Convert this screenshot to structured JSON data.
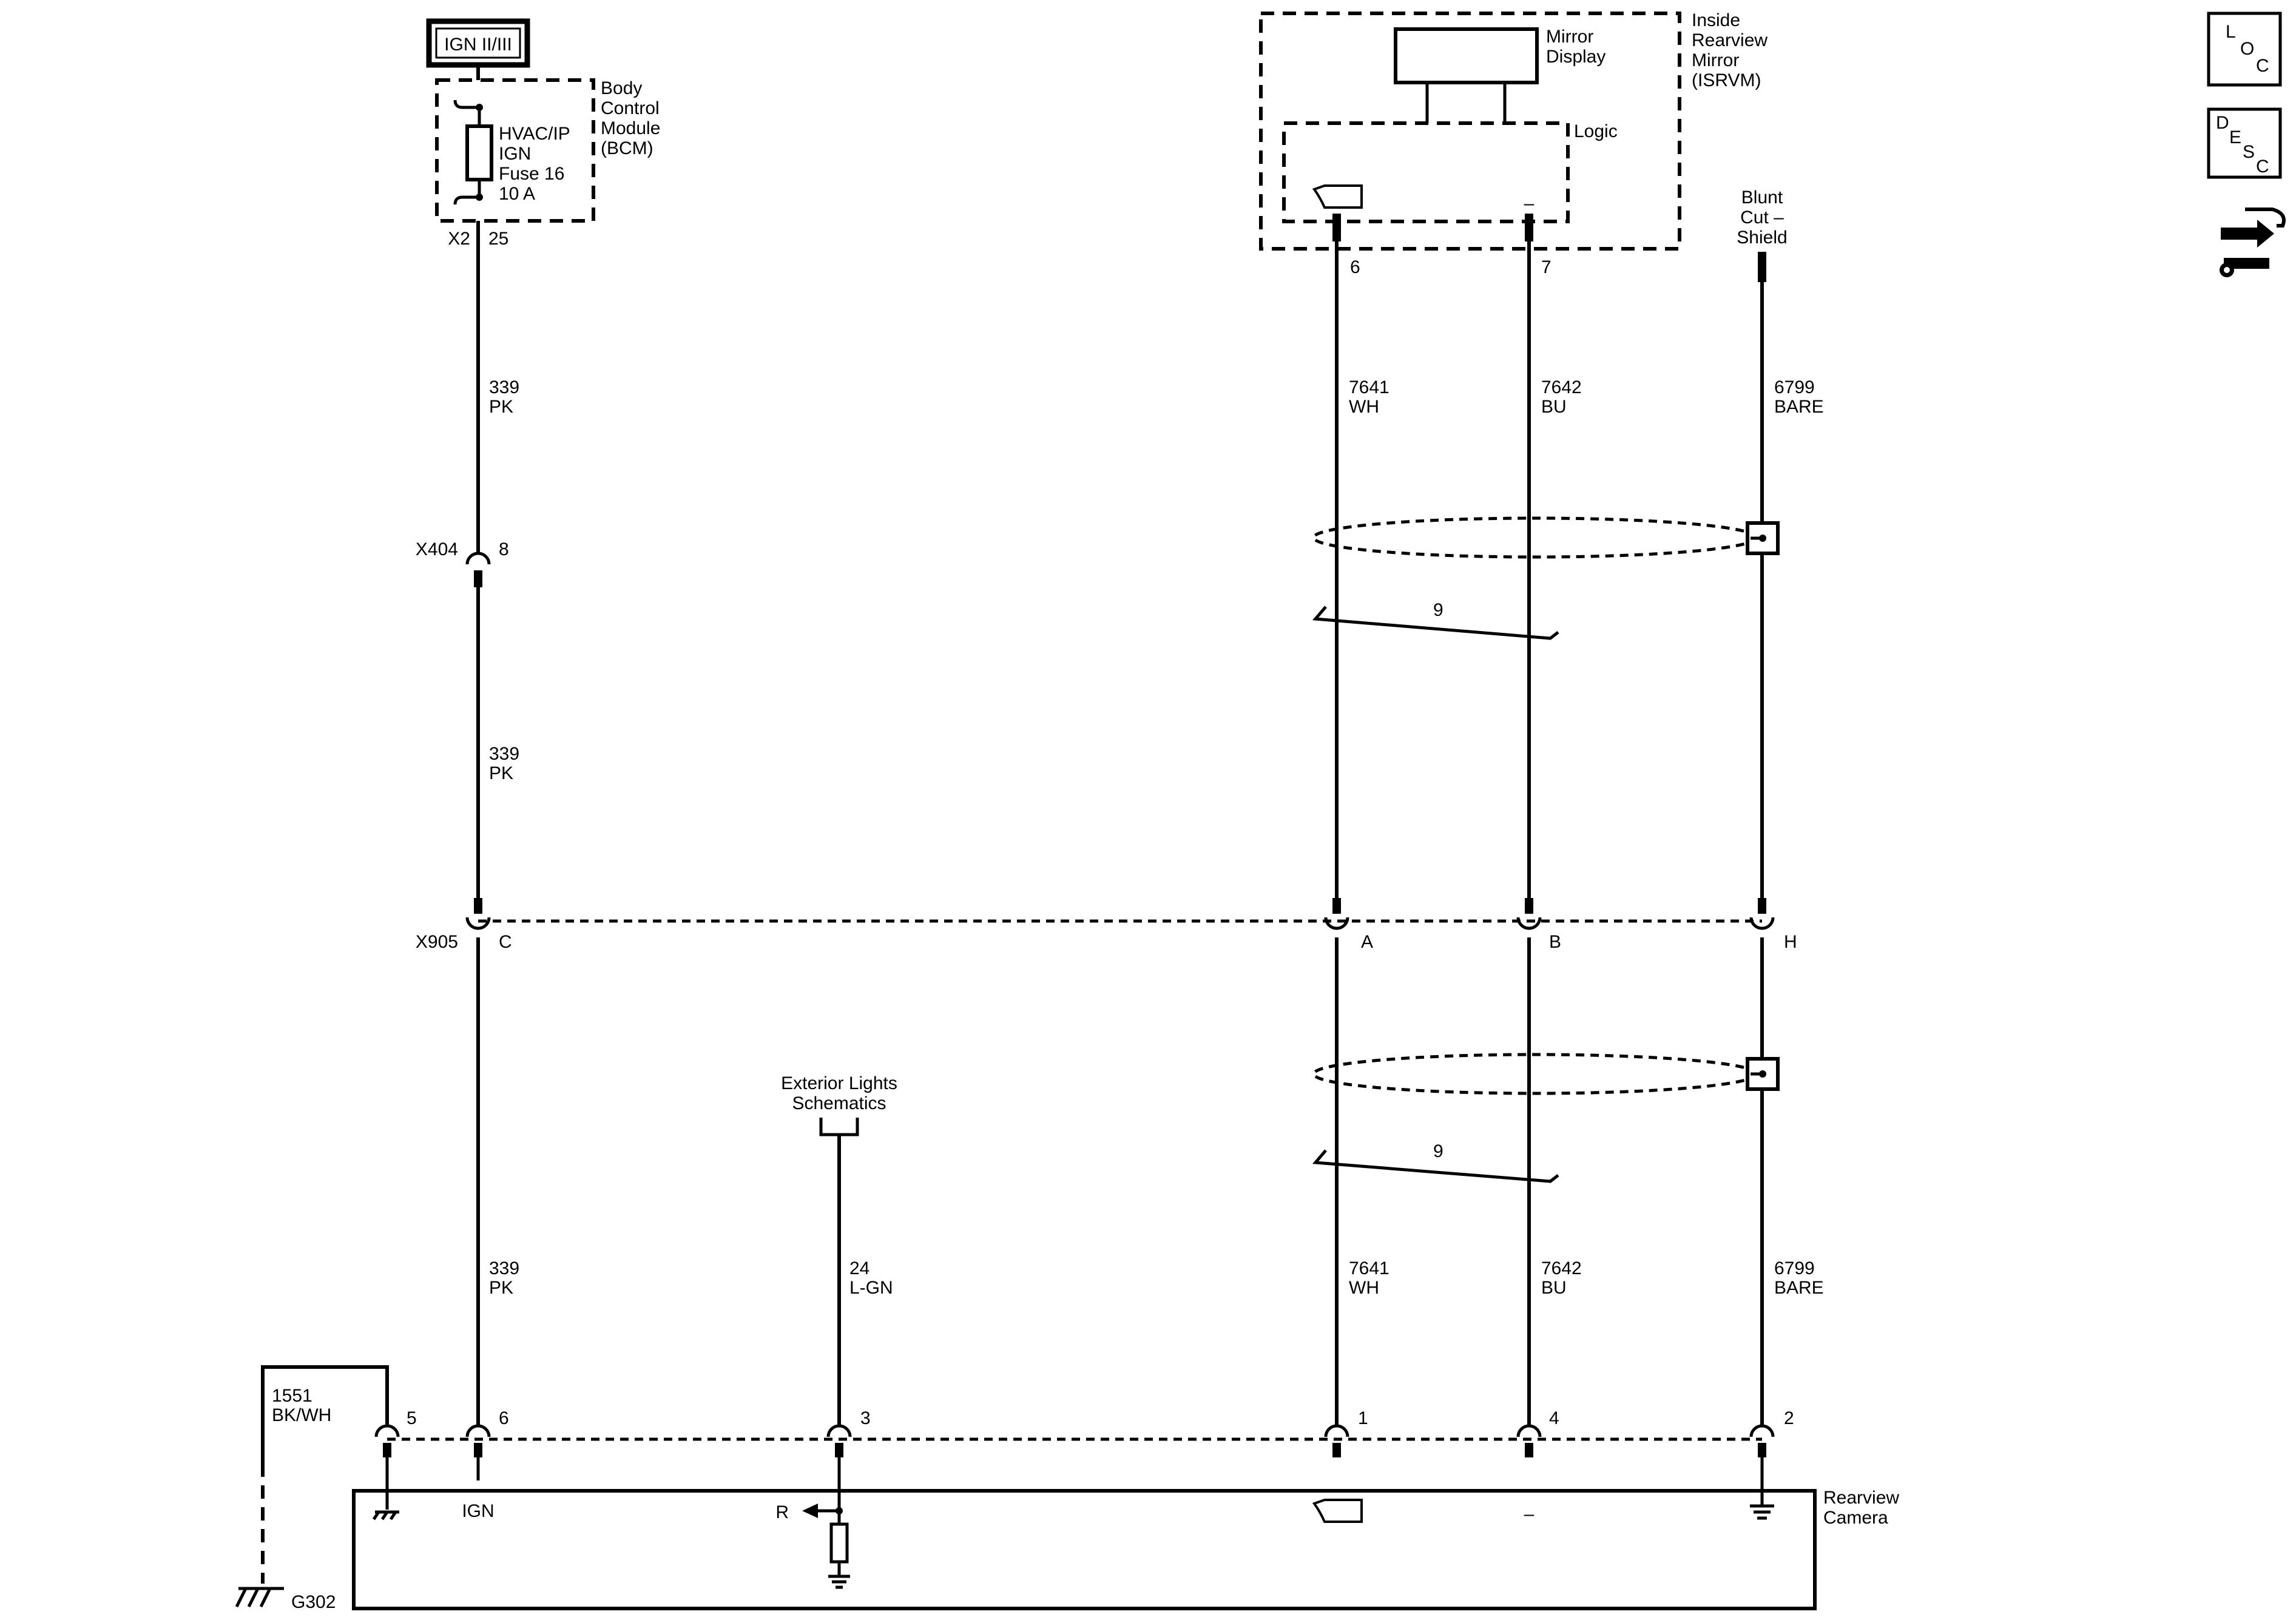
{
  "ign_label": "IGN II/III",
  "bcm": {
    "name_lines": [
      "Body",
      "Control",
      "Module",
      "(BCM)"
    ],
    "fuse_lines": [
      "HVAC/IP",
      "IGN",
      "Fuse 16",
      "10 A"
    ],
    "connector": "X2",
    "pin": "25"
  },
  "mirror": {
    "name_lines": [
      "Inside",
      "Rearview",
      "Mirror",
      "(ISRVM)"
    ],
    "display_lines": [
      "Mirror",
      "Display"
    ],
    "logic_label": "Logic",
    "pin_signal": "6",
    "pin_minus": "7",
    "minus_symbol": "–"
  },
  "blunt_cut_lines": [
    "Blunt",
    "Cut –",
    "Shield"
  ],
  "wires": {
    "ign": {
      "circuit": "339",
      "color": "PK"
    },
    "video_pos": {
      "circuit": "7641",
      "color": "WH"
    },
    "video_neg": {
      "circuit": "7642",
      "color": "BU"
    },
    "drain": {
      "circuit": "6799",
      "color": "BARE"
    },
    "reverse": {
      "circuit": "24",
      "color": "L-GN"
    },
    "ground": {
      "circuit": "1551",
      "color": "BK/WH"
    }
  },
  "x404": {
    "name": "X404",
    "pin": "8"
  },
  "x905": {
    "name": "X905",
    "pins": [
      "C",
      "A",
      "B",
      "H"
    ]
  },
  "twist_label": "9",
  "exterior_lights_lines": [
    "Exterior Lights",
    "Schematics"
  ],
  "camera": {
    "name_lines": [
      "Rearview",
      "Camera"
    ],
    "pins": [
      "5",
      "6",
      "3",
      "1",
      "4",
      "2"
    ],
    "ign_label": "IGN",
    "reverse_label": "R",
    "minus_symbol": "–"
  },
  "ground_point": "G302",
  "nav_icons": [
    {
      "name": "loc-icon",
      "letters": [
        "L",
        "O",
        "C"
      ]
    },
    {
      "name": "desc-icon",
      "letters": [
        "D",
        "E",
        "S",
        "C"
      ]
    },
    {
      "name": "connector-repair-icon"
    }
  ]
}
